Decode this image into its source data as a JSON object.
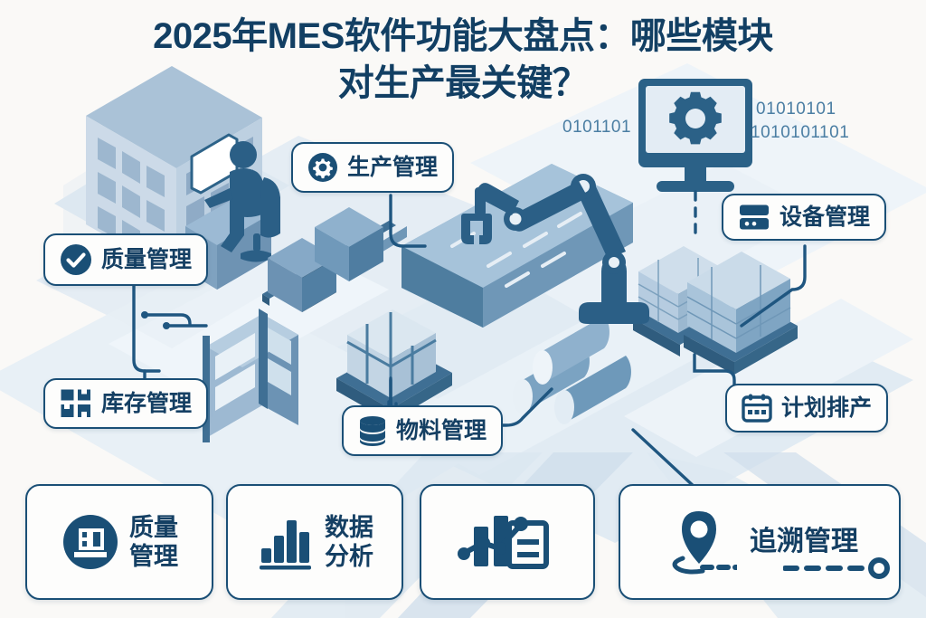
{
  "meta": {
    "background_color": "#faf9f7",
    "primary_color": "#143f63",
    "accent_color": "#1a4f76",
    "mid_blue": "#2d6389",
    "light_blue": "#a9c3d8",
    "pale_blue": "#dce8f1"
  },
  "title": {
    "line1": "2025年MES软件功能大盘点：哪些模块",
    "line2": "对生产最关键？"
  },
  "binary_texts": [
    {
      "value": "0101101"
    },
    {
      "value": "01010101"
    },
    {
      "value": "1010101101"
    }
  ],
  "badges": [
    {
      "id": "production",
      "label": "生产管理",
      "icon": "gear-icon"
    },
    {
      "id": "quality",
      "label": "质量管理",
      "icon": "check-circle-icon"
    },
    {
      "id": "equipment",
      "label": "设备管理",
      "icon": "server-icon"
    },
    {
      "id": "inventory",
      "label": "库存管理",
      "icon": "package-icon"
    },
    {
      "id": "material",
      "label": "物料管理",
      "icon": "database-icon"
    },
    {
      "id": "planning",
      "label": "计划排产",
      "icon": "calendar-icon"
    }
  ],
  "cards": [
    {
      "id": "quality-card",
      "line1": "质量",
      "line2": "管理",
      "icon": "quality-seal-icon"
    },
    {
      "id": "analytics-card",
      "line1": "数据",
      "line2": "分析",
      "icon": "bar-chart-icon"
    },
    {
      "id": "report-card",
      "line1": "",
      "line2": "",
      "icon": "chart-report-icon"
    },
    {
      "id": "traceability-card",
      "line1": "追溯管理",
      "line2": "",
      "icon": "location-pin-icon"
    }
  ],
  "scene": {
    "description": "isometric-factory-illustration",
    "elements": [
      "office-building",
      "worker-at-desk",
      "conveyor-belt",
      "robot-arm",
      "monitor-with-gear",
      "shelving-rack",
      "pallet-with-boxes",
      "stacked-pallets",
      "cylinder-stack",
      "cube-boxes"
    ]
  }
}
